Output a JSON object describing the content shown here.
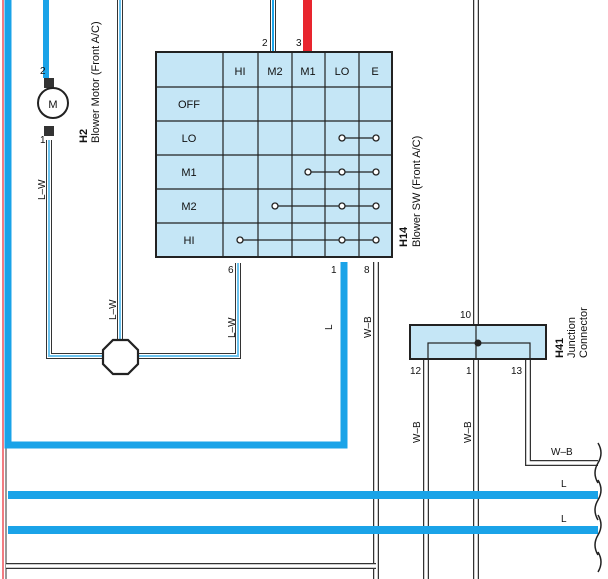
{
  "components": {
    "blower_motor": {
      "code": "H2",
      "name": "Blower Motor (Front A/C)",
      "symbol": "M",
      "pin_top": "2",
      "pin_bottom": "1"
    },
    "blower_switch": {
      "code": "H14",
      "name": "Blower SW (Front A/C)",
      "columns": [
        "HI",
        "M2",
        "M1",
        "LO",
        "E"
      ],
      "rows": [
        "OFF",
        "LO",
        "M1",
        "M2",
        "HI"
      ],
      "pins": {
        "top_m2": "2",
        "top_m1": "3",
        "bottom_left": "6",
        "bottom_mid": "1",
        "bottom_right": "8"
      }
    },
    "junction_connector": {
      "code": "H41",
      "name_line1": "Junction",
      "name_line2": "Connector",
      "pins": {
        "top": "10",
        "left": "12",
        "middle": "1",
        "right": "13"
      }
    }
  },
  "wire_labels": {
    "motor_left": "L–W",
    "motor_right": "L–W",
    "sw_pin6": "L–W",
    "sw_pin1": "L",
    "sw_pin8": "W–B",
    "jc_left": "W–B",
    "jc_mid": "W–B",
    "right_wb": "W–B",
    "right_l1": "L",
    "right_l2": "L"
  },
  "colors": {
    "wire_blue": "#1aa3e8",
    "wire_red": "#e8252e",
    "switch_fill": "#c5e6f6",
    "junction_fill": "#c5e6f6"
  }
}
